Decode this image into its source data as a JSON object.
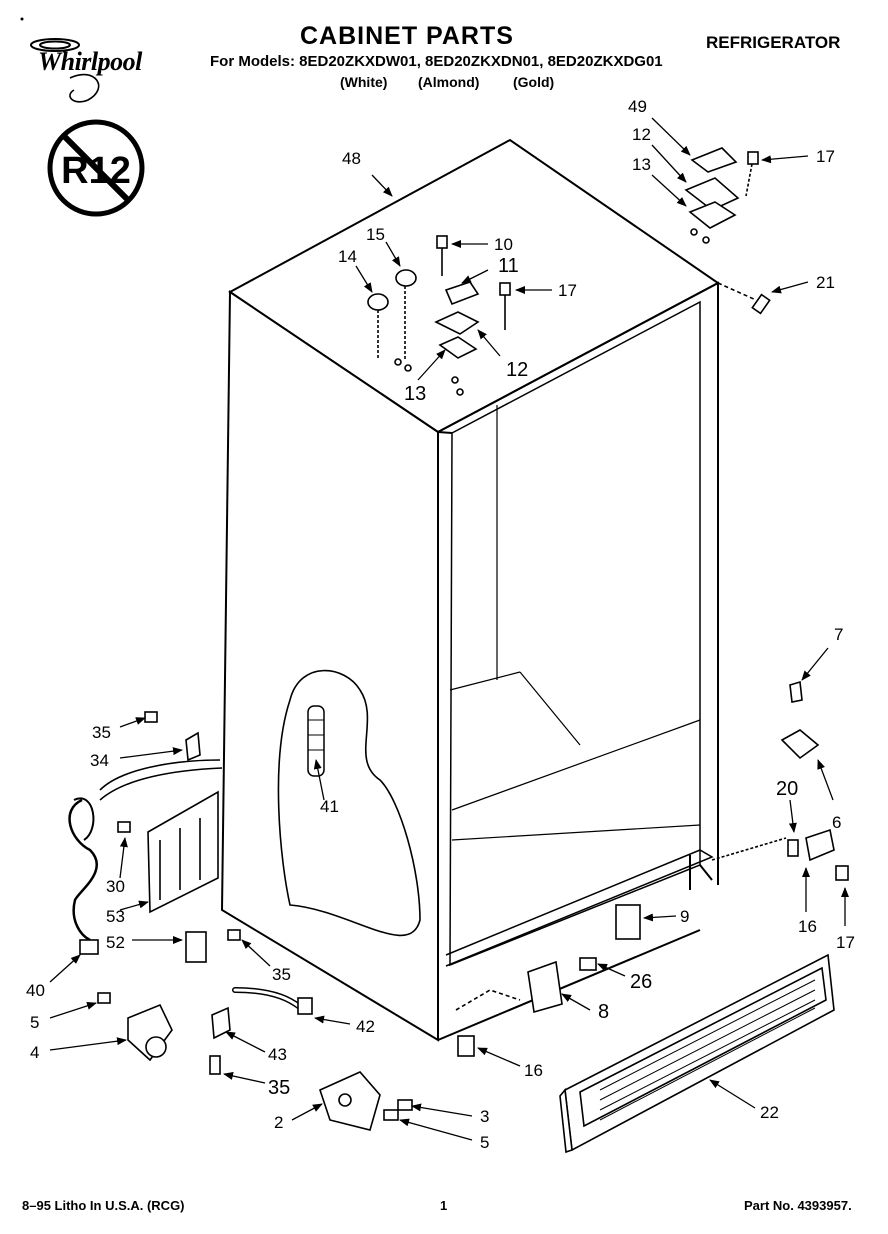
{
  "header": {
    "brand": "Whirlpool",
    "title": "CABINET PARTS",
    "category": "REFRIGERATOR",
    "models_line": "For Models: 8ED20ZKXDW01, 8ED20ZKXDN01, 8ED20ZKXDG01",
    "variants": [
      "(White)",
      "(Almond)",
      "(Gold)"
    ],
    "refrigerant_badge": "R12"
  },
  "callouts": {
    "c2": "2",
    "c3": "3",
    "c4": "4",
    "c5a": "5",
    "c5b": "5",
    "c6": "6",
    "c7": "7",
    "c8": "8",
    "c9": "9",
    "c10": "10",
    "c11": "11",
    "c12a": "12",
    "c12b": "12",
    "c13a": "13",
    "c13b": "13",
    "c14": "14",
    "c15": "15",
    "c16a": "16",
    "c16b": "16",
    "c17a": "17",
    "c17b": "17",
    "c17c": "17",
    "c20": "20",
    "c21": "21",
    "c22": "22",
    "c26": "26",
    "c30": "30",
    "c34": "34",
    "c35a": "35",
    "c35b": "35",
    "c35c": "35",
    "c40": "40",
    "c41": "41",
    "c42": "42",
    "c43": "43",
    "c48": "48",
    "c49": "49",
    "c52": "52",
    "c53": "53"
  },
  "footer": {
    "print_info": "8–95 Litho In U.S.A. (RCG)",
    "page_number": "1",
    "part_number": "Part No. 4393957."
  }
}
